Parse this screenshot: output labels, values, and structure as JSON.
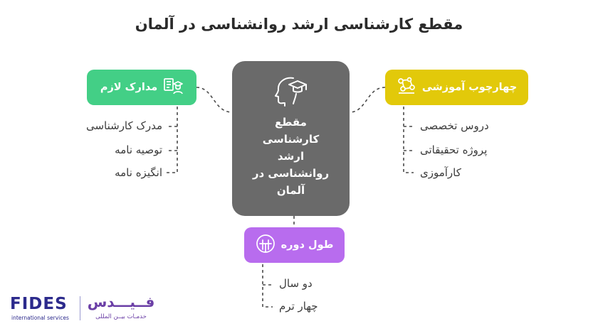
{
  "title": "مقطع کارشناسی ارشد روانشناسی در آلمان",
  "center": {
    "label": "مقطع کارشناسی ارشد روانشناسی در آلمان",
    "icon": "head-graduation-cap-icon"
  },
  "branches": {
    "documents": {
      "label": "مدارک لازم",
      "icon": "documents-graduate-icon",
      "color": "#43cf86",
      "items": [
        "مدرک کارشناسی",
        "توصیه نامه",
        "انگیزه نامه"
      ]
    },
    "framework": {
      "label": "چهارچوب آموزشی",
      "icon": "network-nodes-icon",
      "color": "#e2c90a",
      "items": [
        "دروس تخصصی",
        "پروژه تحقیقاتی",
        "کارآموزی"
      ]
    },
    "duration": {
      "label": "طول دوره",
      "icon": "timeline-icon",
      "color": "#b86cee",
      "items": [
        "دو سال",
        "چهار ترم"
      ]
    }
  },
  "logo": {
    "brand_latin": "FIDES",
    "tagline_latin": "international services",
    "brand_fa": "فــیـــدس",
    "tagline_fa": "خدمـات بیــن المللی"
  }
}
